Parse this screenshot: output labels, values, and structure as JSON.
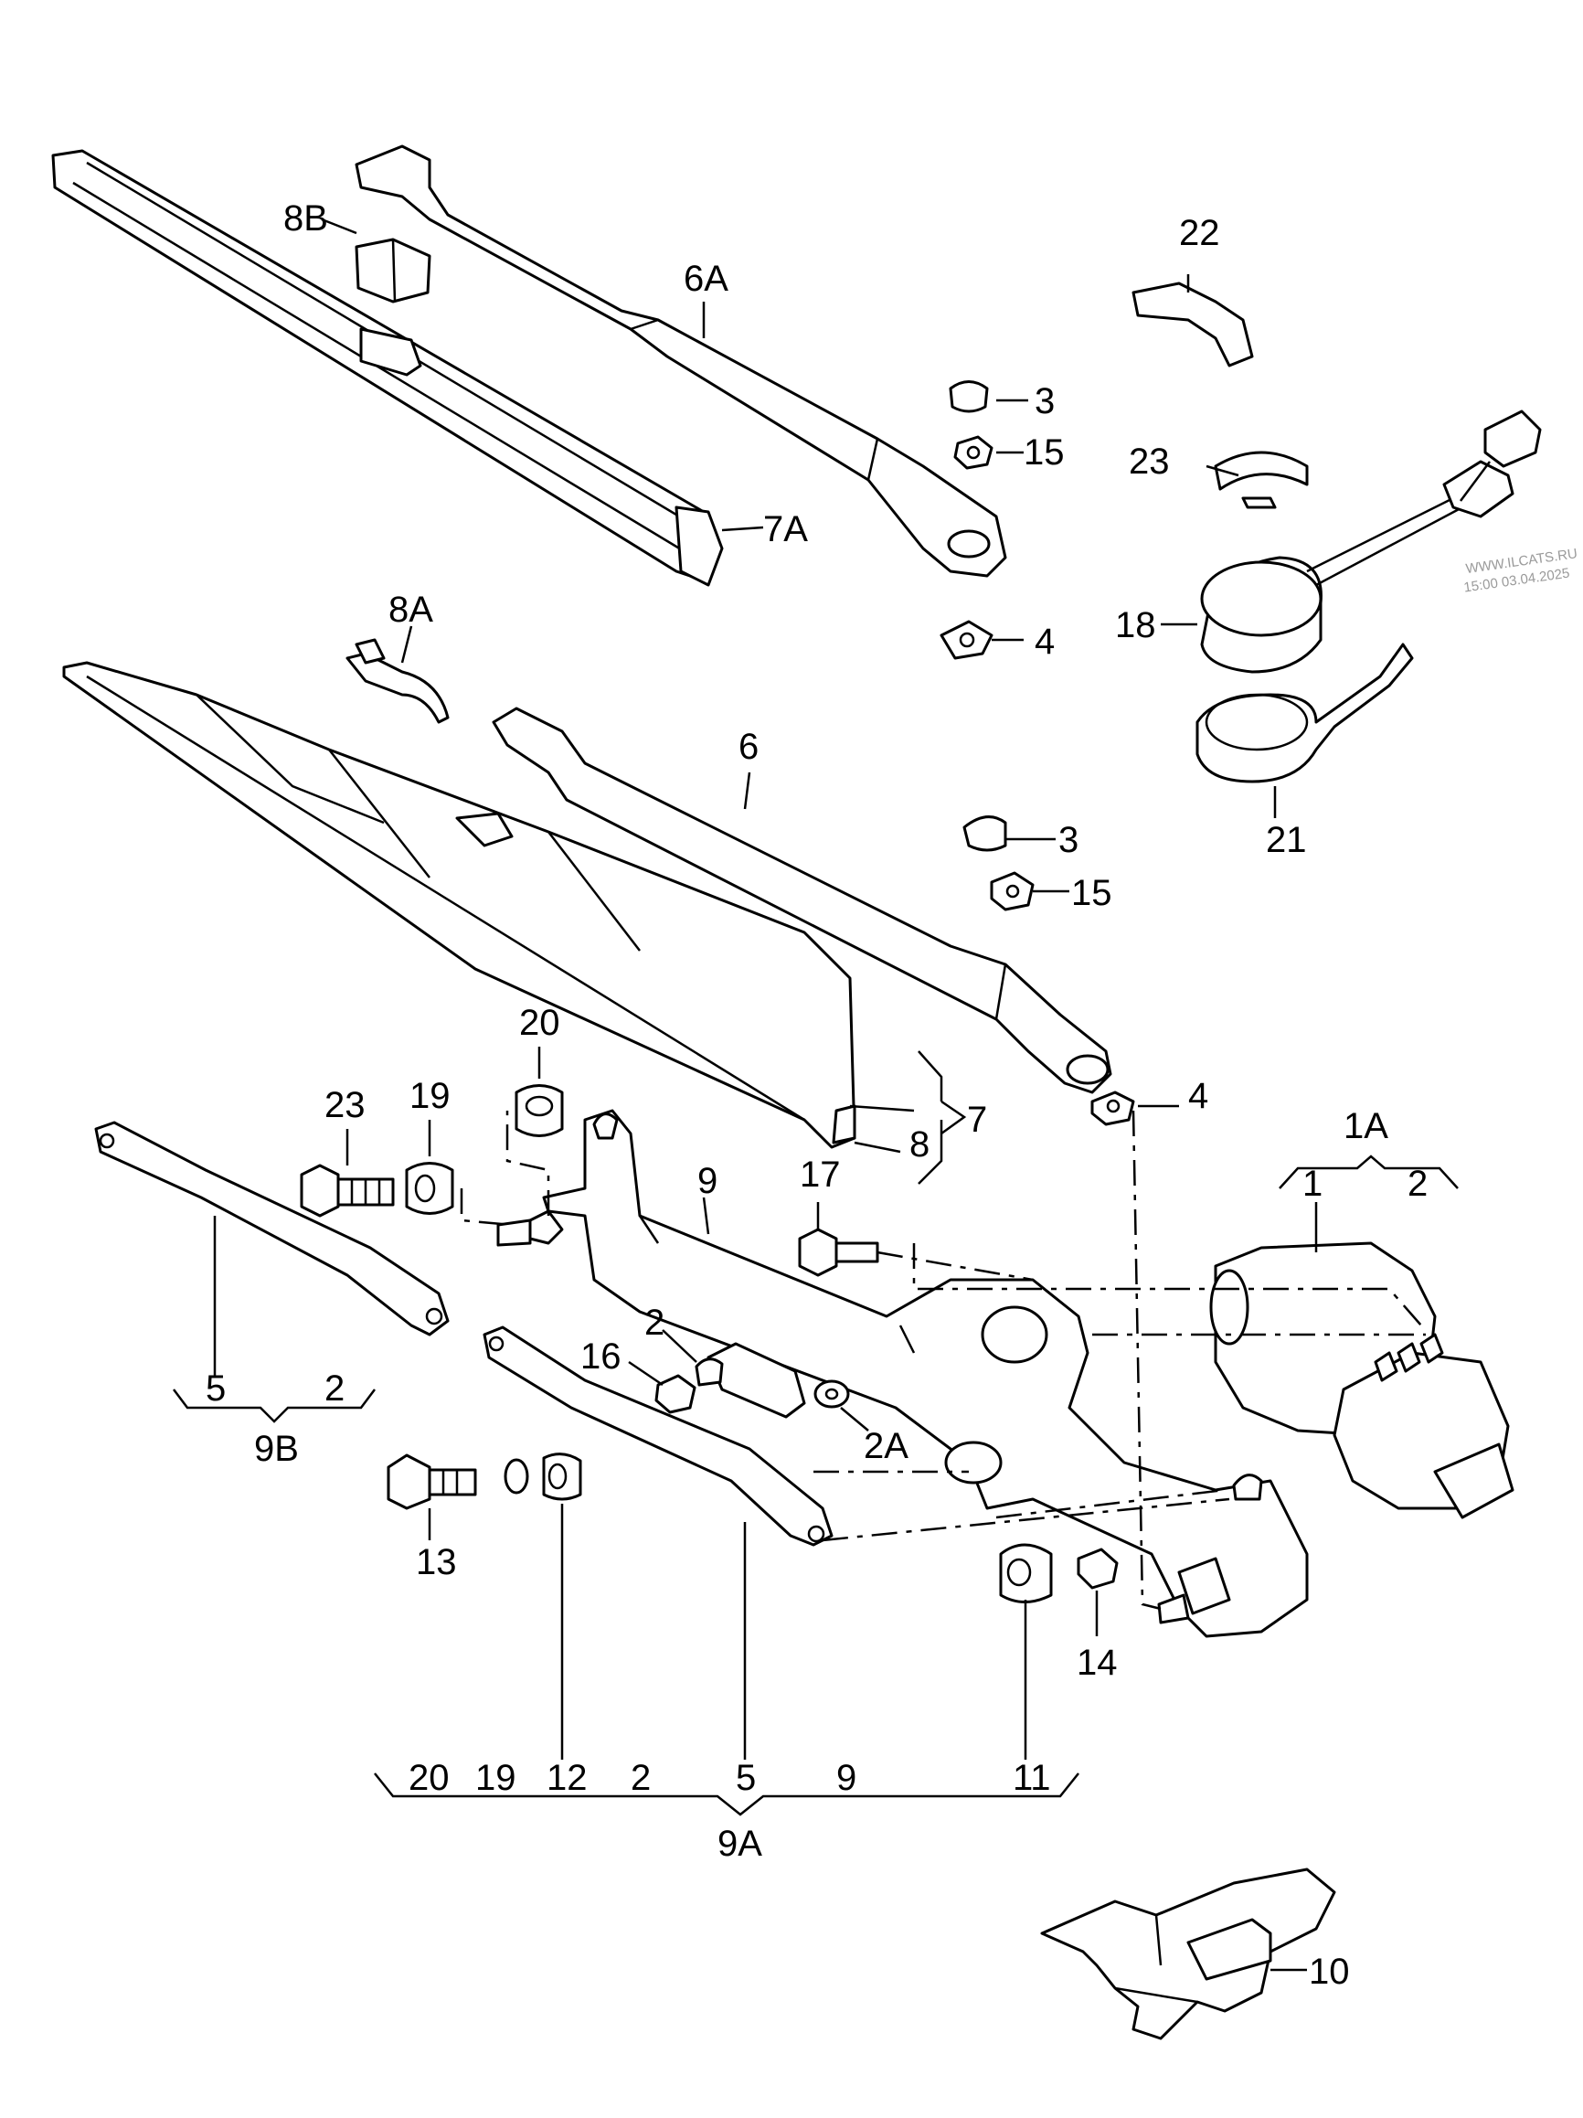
{
  "watermark": {
    "line1": "WWW.ILCATS.RU",
    "line2": "15:00 03.04.2025"
  },
  "labels": {
    "l_8B": "8B",
    "l_6A": "6A",
    "l_22": "22",
    "l_3_top": "3",
    "l_15_top": "15",
    "l_23_top": "23",
    "l_7A": "7A",
    "l_18": "18",
    "l_4_top": "4",
    "l_8A": "8A",
    "l_6": "6",
    "l_21": "21",
    "l_3_mid": "3",
    "l_15_mid": "15",
    "l_20_top": "20",
    "l_4_mid": "4",
    "l_23_left": "23",
    "l_19_top": "19",
    "l_7": "7",
    "l_8": "8",
    "l_1A": "1A",
    "l_1": "1",
    "l_2_1A": "2",
    "l_9": "9",
    "l_17": "17",
    "l_2_mid": "2",
    "l_16": "16",
    "l_2A": "2A",
    "l_5_9B": "5",
    "l_2_9B": "2",
    "l_9B": "9B",
    "l_13": "13",
    "l_14": "14",
    "l_20_bot": "20",
    "l_19_bot": "19",
    "l_12": "12",
    "l_2_bot": "2",
    "l_5_bot": "5",
    "l_9_bot": "9",
    "l_11": "11",
    "l_9A": "9A",
    "l_10": "10"
  }
}
